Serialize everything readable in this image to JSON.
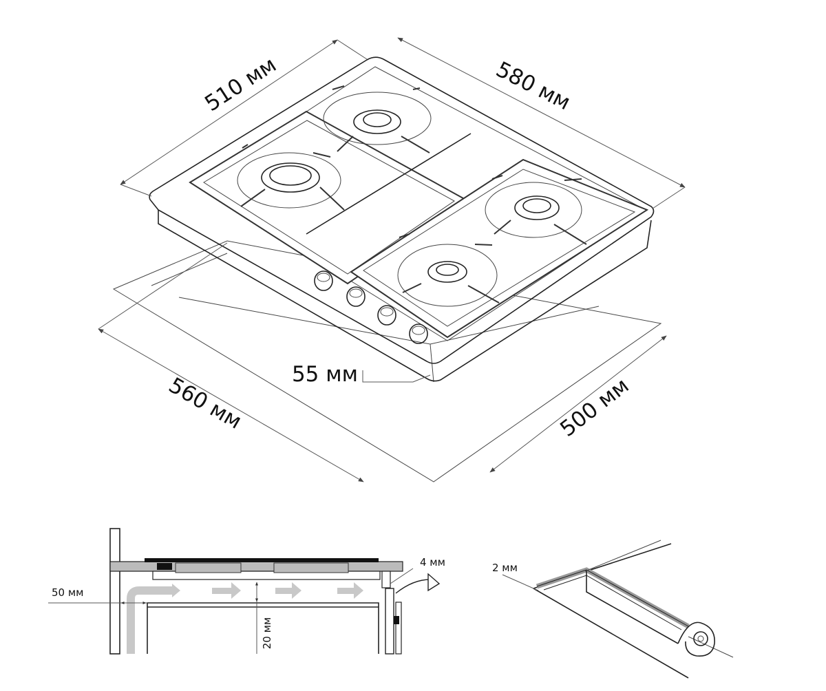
{
  "hob": {
    "depth_label": "510 мм",
    "width_label": "580 мм",
    "height_label": "55 мм"
  },
  "cutout": {
    "width_label": "560 мм",
    "depth_label": "500 мм"
  },
  "section": {
    "gap_left_label": "50 мм",
    "gap_top_label": "4 мм",
    "gap_under_label": "20 мм"
  },
  "seal": {
    "thickness_label": "2 мм"
  }
}
